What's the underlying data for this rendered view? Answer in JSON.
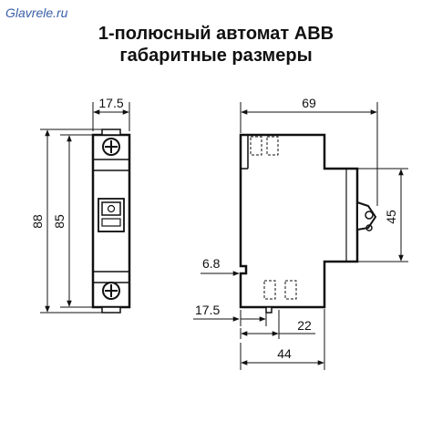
{
  "site": "Glavrele.ru",
  "title": {
    "line1": "1-полюсный автомат ABB",
    "line2": "габаритные размеры"
  },
  "front_view": {
    "width_label": "17.5",
    "outer_height_label": "88",
    "inner_height_label": "85"
  },
  "side_view": {
    "overall_depth_label": "69",
    "lever_height_label": "45",
    "rail_offset_label": "6.8",
    "module_width_label": "17.5",
    "step_label": "22",
    "depth_front_label": "44"
  }
}
